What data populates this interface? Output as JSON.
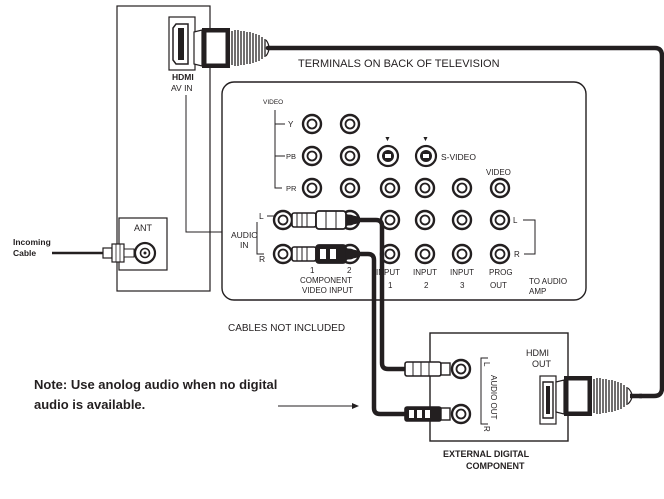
{
  "labels": {
    "terminals_title": "TERMINALS ON BACK OF TELEVISION",
    "hdmi": "HDMI",
    "av_in": "AV IN",
    "ant": "ANT",
    "incoming_line1": "Incoming",
    "incoming_line2": "Cable",
    "video_small": "VIDEO",
    "y": "Y",
    "pb": "PB",
    "pr": "PR",
    "svideo": "S-VIDEO",
    "video_right": "VIDEO",
    "audio": "AUDIO",
    "in": "IN",
    "l": "L",
    "r": "R",
    "num1": "1",
    "num2": "2",
    "component_video_input_line1": "COMPONENT",
    "component_video_input_line2": "VIDEO INPUT",
    "input": "INPUT",
    "input_1": "1",
    "input_2": "2",
    "input_3": "3",
    "prog": "PROG",
    "out": "OUT",
    "to_audio_line1": "TO AUDIO",
    "to_audio_line2": "AMP",
    "cables_not_included": "CABLES NOT INCLUDED",
    "note_line1": "Note: Use anolog audio when no digital",
    "note_line2": "audio is available.",
    "hdmi_out_line1": "HDMI",
    "hdmi_out_line2": "OUT",
    "audio_out": "AUDIO OUT",
    "ext_l": "L",
    "ext_r": "R",
    "external_line1": "EXTERNAL DIGITAL",
    "external_line2": "COMPONENT"
  }
}
